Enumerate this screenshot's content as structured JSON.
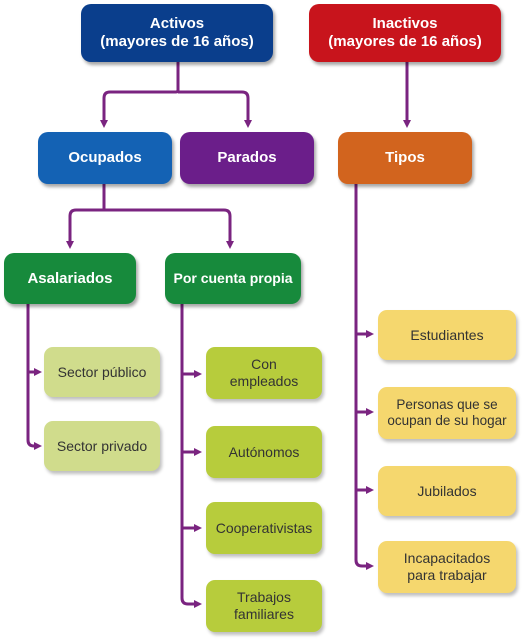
{
  "colors": {
    "activos": "#0a3e8c",
    "inactivos": "#c8141c",
    "ocupados": "#1462b4",
    "parados": "#6b1e8a",
    "tipos": "#d2641e",
    "asalariados": "#178a3c",
    "cuenta_propia": "#178a3c",
    "light_green": "#d0dc8c",
    "mid_green": "#b7cc3c",
    "yellow": "#f5d76e",
    "connector": "#7a2480"
  },
  "activos": {
    "line1": "Activos",
    "line2": "(mayores de 16 años)"
  },
  "inactivos": {
    "line1": "Inactivos",
    "line2": "(mayores de 16 años)"
  },
  "ocupados": {
    "label": "Ocupados"
  },
  "parados": {
    "label": "Parados"
  },
  "tipos": {
    "label": "Tipos"
  },
  "asalariados": {
    "label": "Asalariados",
    "items": [
      "Sector público",
      "Sector privado"
    ]
  },
  "cuenta_propia": {
    "label": "Por cuenta propia",
    "items": [
      {
        "line1": "Con",
        "line2": "empleados"
      },
      {
        "line1": "Autónomos",
        "line2": ""
      },
      {
        "line1": "Cooperativistas",
        "line2": ""
      },
      {
        "line1": "Trabajos",
        "line2": "familiares"
      }
    ]
  },
  "inactivos_tipos": [
    {
      "line1": "Estudiantes",
      "line2": ""
    },
    {
      "line1": "Personas que se",
      "line2": "ocupan de su hogar"
    },
    {
      "line1": "Jubilados",
      "line2": ""
    },
    {
      "line1": "Incapacitados",
      "line2": "para trabajar"
    }
  ]
}
